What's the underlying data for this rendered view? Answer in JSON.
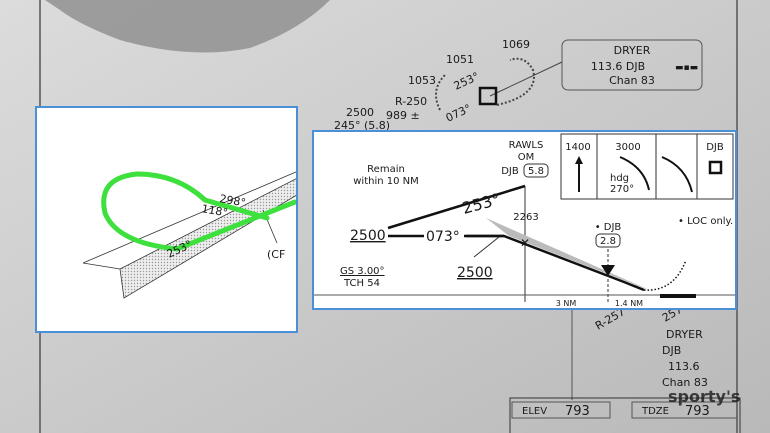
{
  "background_chart": {
    "navaid_box": {
      "name": "DRYER",
      "freq_id": "113.6 DJB",
      "channel": "Chan 83"
    },
    "obstacles": [
      "1069",
      "1051",
      "1053"
    ],
    "radial_label": "R-250",
    "elev_989": "989 ±",
    "course_253": "253°",
    "course_073": "073°",
    "alt_2500": "2500",
    "feeder": "245° (5.8)",
    "radial_257": "R-257",
    "course_257": "257°",
    "navaid_lower": {
      "name": "DRYER",
      "id": "DJB",
      "freq": "113.6",
      "channel": "Chan 83"
    },
    "elev_label": "ELEV",
    "elev_value": "793",
    "tdze_label": "TDZE",
    "tdze_value": "793",
    "watermark": "sporty's"
  },
  "left_panel": {
    "course_298": "298°",
    "course_118": "118°",
    "course_253": "253°",
    "partial_label": "(CF",
    "track_color": "#3ee03e"
  },
  "profile_panel": {
    "remain": [
      "Remain",
      "within 10 NM"
    ],
    "fix_name": "RAWLS",
    "fix_type": "OM",
    "fix_dme_id": "DJB",
    "fix_dme": "5.8",
    "outbound_course": "253°",
    "inbound_course": "073°",
    "alt_left": "2500",
    "alt_intercept": "2500",
    "gs_alt": "2263",
    "gs": "GS 3.00°",
    "tch": "TCH 54",
    "dme_fix_id": "• DJB",
    "dme_fix": "2.8",
    "loc_only": "• LOC only.",
    "dist_1": "3 NM",
    "dist_2": "1.4 NM",
    "missed_alt_1": "1400",
    "missed_alt_2": "3000",
    "missed_hdg": [
      "hdg",
      "270°"
    ],
    "missed_fix": "DJB"
  },
  "colors": {
    "panel_border": "#4a90d9",
    "track": "#3ee03e"
  }
}
